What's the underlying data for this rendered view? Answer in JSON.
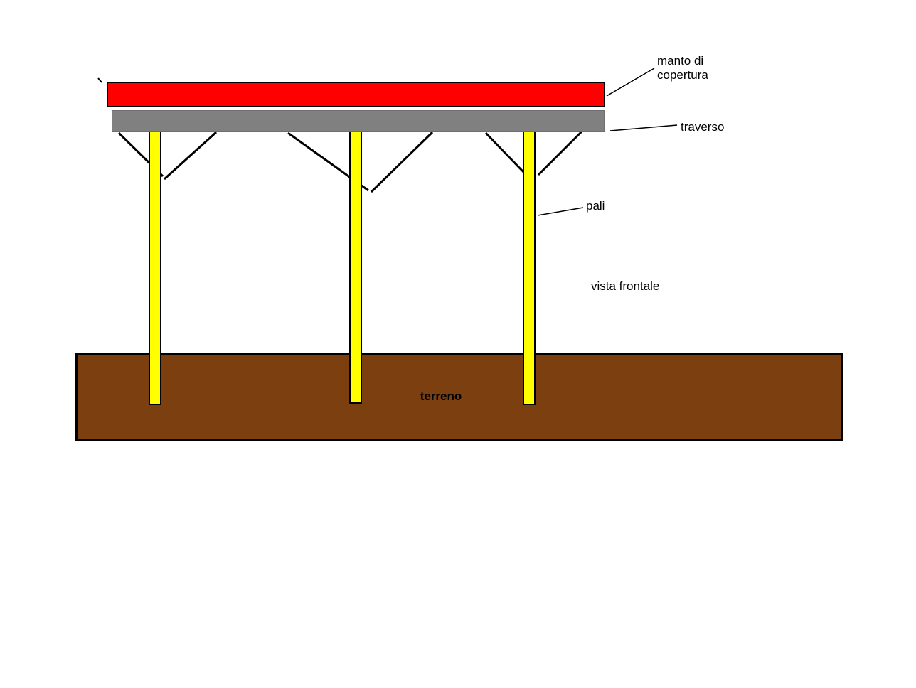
{
  "diagram": {
    "view_label": "vista frontale",
    "labels": {
      "roof": "manto di copertura",
      "beam": "traverso",
      "poles": "pali",
      "ground": "terreno"
    },
    "colors": {
      "roof": "#ff0000",
      "beam": "#808080",
      "pole": "#ffff00",
      "ground": "#7b3f10",
      "outline": "#000000",
      "background": "#ffffff"
    },
    "elements": {
      "pole_count": 3,
      "brace_pairs": 3
    }
  }
}
